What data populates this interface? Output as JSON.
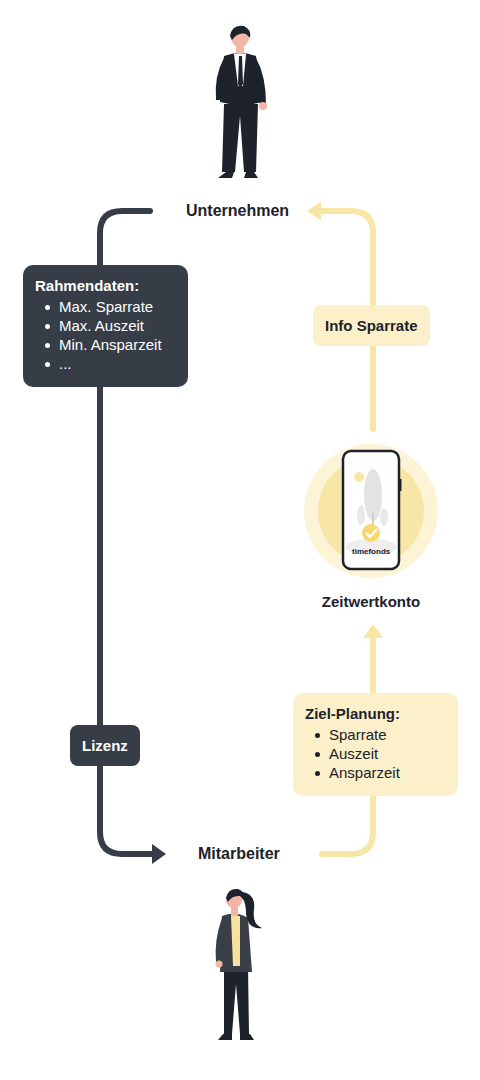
{
  "diagram": {
    "nodes": [
      {
        "text": [
          "Unternehmen"
        ]
      },
      {
        "text": [
          "Rahmendaten:",
          "Max. Sparrate",
          "Max. Auszeit",
          "Min. Ansparzeit",
          "..."
        ]
      },
      {
        "text": [
          "Zeitwertkonto"
        ]
      },
      {
        "text": [
          "Ziel-Planung:",
          "Sparrate",
          "Auszeit",
          "Ansparzeit"
        ]
      },
      {
        "text": [
          "Mitarbeiter"
        ]
      }
    ],
    "edges": [
      {
        "from": 0,
        "to": 1,
        "arrow": "none"
      },
      {
        "from": 1,
        "to": 4,
        "label": "Lizenz",
        "arrow": "to"
      },
      {
        "from": 4,
        "to": 3,
        "arrow": "none"
      },
      {
        "from": 3,
        "to": 2,
        "arrow": "to"
      },
      {
        "from": 2,
        "to": 0,
        "label": "Info Sparrate",
        "arrow": "to"
      }
    ],
    "labels": [
      "timefonds"
    ]
  }
}
